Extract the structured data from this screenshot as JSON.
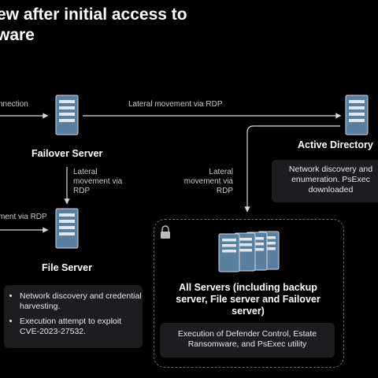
{
  "title": "ew after initial access to\nware",
  "nodes": {
    "failover": {
      "label": "Failover Server"
    },
    "active_directory": {
      "label": "Active Directory"
    },
    "file_server": {
      "label": "File Server"
    },
    "all_servers": {
      "label": "All Servers (including backup server, File server and Failover server)"
    }
  },
  "edges": {
    "connection_in": "nnection",
    "lateral_rdp_top": "Lateral movement via RDP",
    "lateral_down": "Lateral\nmovement via\nRDP",
    "lateral_ad_down": "Lateral\nmovement via\nRDP",
    "ment_via_rdp": "ment via RDP"
  },
  "notes": {
    "file_server_bullets": [
      "Network discovery and credential harvesting.",
      "Execution attempt to exploit CVE-2023-27532."
    ],
    "ad_box": "Network discovery and\nenumeration. PsExec\ndownloaded",
    "exec_box": "Execution of Defender Control, Estate Ransomware, and PsExec utility"
  },
  "colors": {
    "background": "#000000",
    "server_fill": "#5b7f9e",
    "line": "#d9d9d9"
  }
}
